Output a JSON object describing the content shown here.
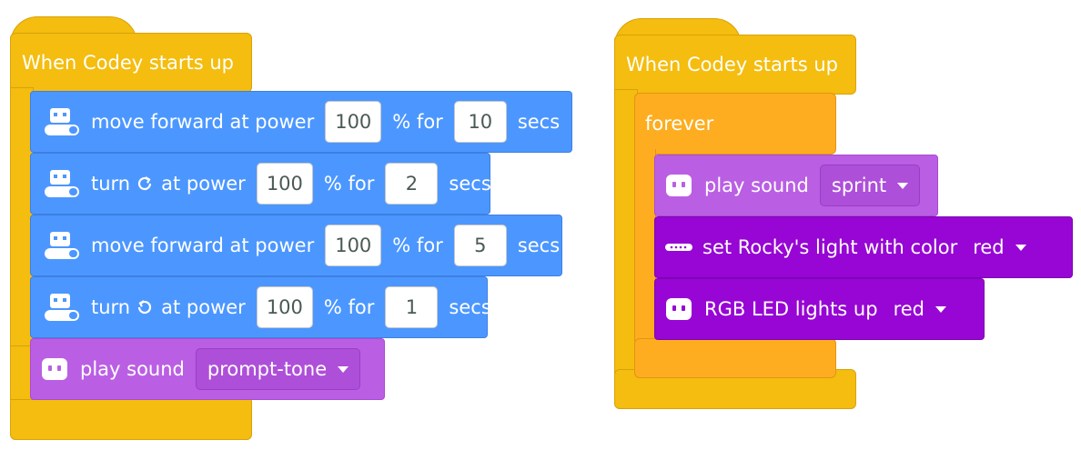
{
  "colors": {
    "events": "#F4BD0F",
    "control": "#FDAD1F",
    "motion": "#4C97FF",
    "sound": "#BA5FE4",
    "lighting": "#9706D4"
  },
  "script_left": {
    "hat_label": "When Codey starts up",
    "blocks": [
      {
        "icon": "rocky-robot-icon",
        "pre": "move forward at power",
        "power": "100",
        "mid": "% for",
        "time": "10",
        "post": "secs"
      },
      {
        "icon": "rocky-robot-icon",
        "pre": "turn",
        "turn_icon": "rotate-clockwise-icon",
        "pre2": "at power",
        "power": "100",
        "mid": "% for",
        "time": "2",
        "post": "secs"
      },
      {
        "icon": "rocky-robot-icon",
        "pre": "move forward at power",
        "power": "100",
        "mid": "% for",
        "time": "5",
        "post": "secs"
      },
      {
        "icon": "rocky-robot-icon",
        "pre": "turn",
        "turn_icon": "rotate-counterclockwise-icon",
        "pre2": "at power",
        "power": "100",
        "mid": "% for",
        "time": "1",
        "post": "secs"
      },
      {
        "icon": "codey-face-icon",
        "pre": "play sound",
        "sound": "prompt-tone"
      }
    ]
  },
  "script_right": {
    "hat_label": "When Codey starts up",
    "loop_label": "forever",
    "blocks": [
      {
        "icon": "codey-face-icon",
        "pre": "play sound",
        "sound": "sprint"
      },
      {
        "icon": "light-strip-icon",
        "pre": "set Rocky's light with color",
        "color": "red"
      },
      {
        "icon": "codey-face-icon",
        "pre": "RGB LED lights up",
        "color": "red"
      }
    ]
  }
}
